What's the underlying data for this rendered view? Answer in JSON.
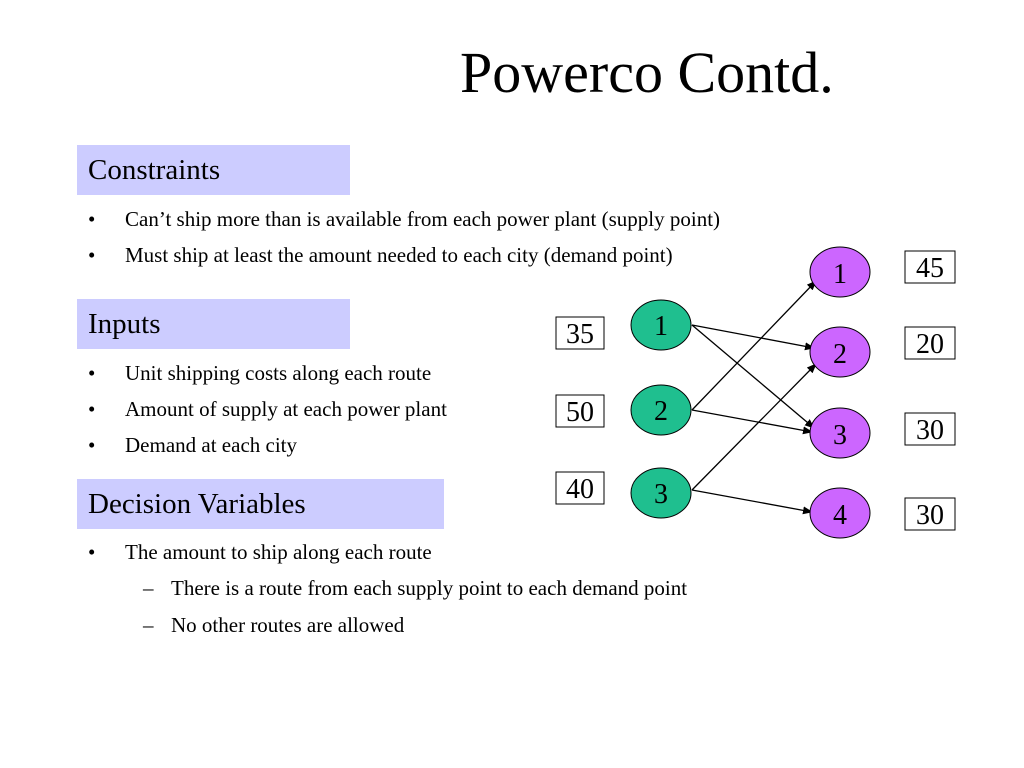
{
  "slide": {
    "title": "Powerco Contd."
  },
  "sections": {
    "constraints": {
      "heading": "Constraints",
      "bullets": [
        "Can’t ship more than is available from each power plant (supply point)",
        "Must ship at least the amount needed to each city (demand point)"
      ]
    },
    "inputs": {
      "heading": "Inputs",
      "bullets": [
        "Unit shipping costs along each route",
        "Amount of supply at each power plant",
        "Demand at each city"
      ]
    },
    "decision": {
      "heading": "Decision Variables",
      "bullets": [
        "The amount to ship along each route"
      ],
      "sub_bullets": [
        "There is a route from each supply point to each demand point",
        "No other routes are allowed"
      ]
    }
  },
  "bullet_mark": "•",
  "sub_bullet_mark": "–",
  "network": {
    "supply_nodes": [
      {
        "label": "1",
        "supply": "35"
      },
      {
        "label": "2",
        "supply": "50"
      },
      {
        "label": "3",
        "supply": "40"
      }
    ],
    "demand_nodes": [
      {
        "label": "1",
        "demand": "45"
      },
      {
        "label": "2",
        "demand": "20"
      },
      {
        "label": "3",
        "demand": "30"
      },
      {
        "label": "4",
        "demand": "30"
      }
    ],
    "colors": {
      "supply_fill": "#1fbf8f",
      "demand_fill": "#cc66ff",
      "section_fill": "#ccccff"
    }
  }
}
